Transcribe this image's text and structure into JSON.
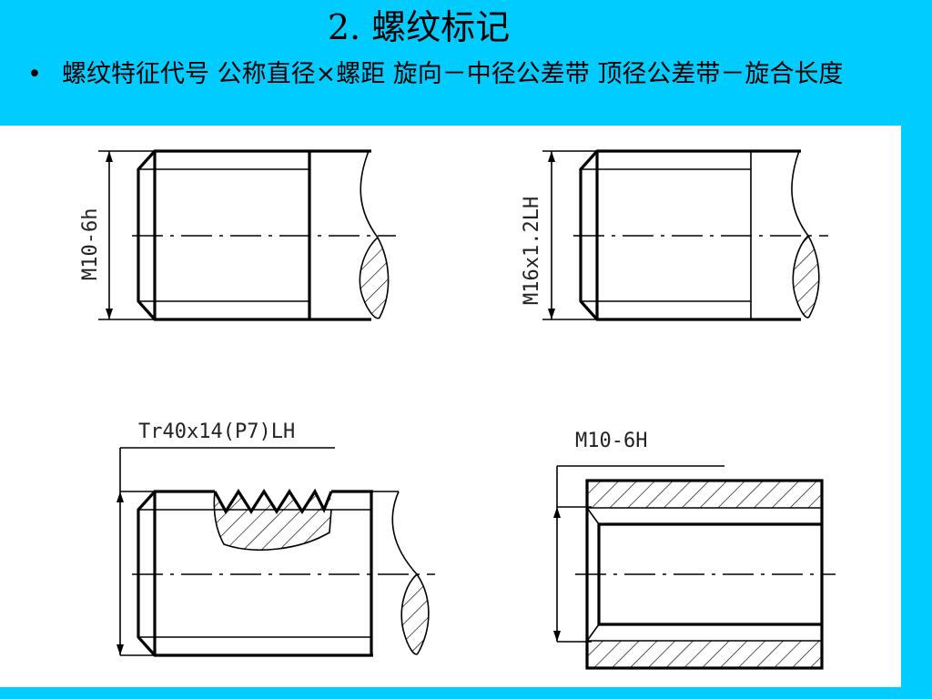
{
  "slide": {
    "title": "2.  螺纹标记",
    "bullet_symbol": "•",
    "bullet_text": "螺纹特征代号  公称直径×螺距  旋向－中径公差带  顶径公差带－旋合长度"
  },
  "figures": {
    "top_left_label": "M10-6h",
    "top_right_label": "M16x1.2LH",
    "bottom_left_label": "Tr40x14(P7)LH",
    "bottom_right_label": "M10-6H"
  },
  "colors": {
    "background": "#00ccff",
    "drawing_background": "#ffffff",
    "ink": "#000000"
  }
}
